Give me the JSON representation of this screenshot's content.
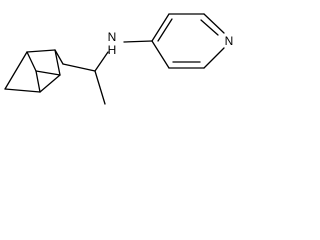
{
  "molecule": {
    "atoms": {
      "amine_label": "N\nH",
      "amine_n": "N",
      "amine_h": "H",
      "pyridine_n": "N"
    }
  }
}
